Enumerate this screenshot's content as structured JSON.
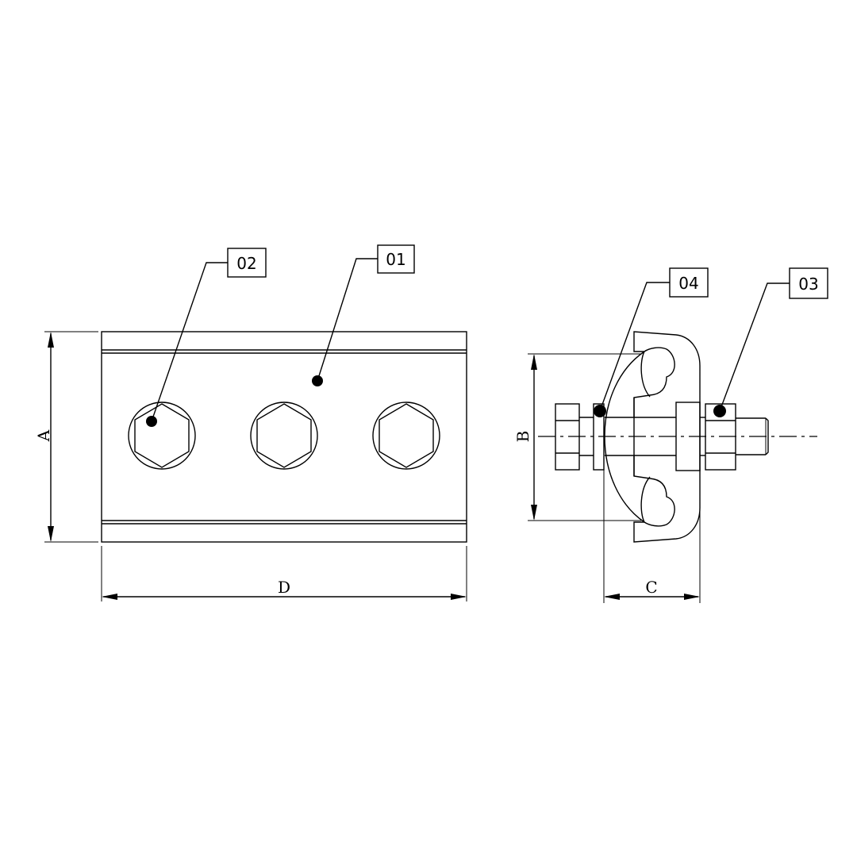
{
  "drawing": {
    "views": [
      "front-view",
      "side-view"
    ],
    "callouts": [
      {
        "id": "01",
        "label": "01",
        "target": "plate-body"
      },
      {
        "id": "02",
        "label": "02",
        "target": "hex-hole"
      },
      {
        "id": "03",
        "label": "03",
        "target": "nut"
      },
      {
        "id": "04",
        "label": "04",
        "target": "washer"
      }
    ],
    "dimensions": {
      "A": "A",
      "B": "B",
      "C": "C",
      "D": "D"
    },
    "hole_count": 3,
    "line_color": "#000000",
    "background": "#ffffff"
  }
}
